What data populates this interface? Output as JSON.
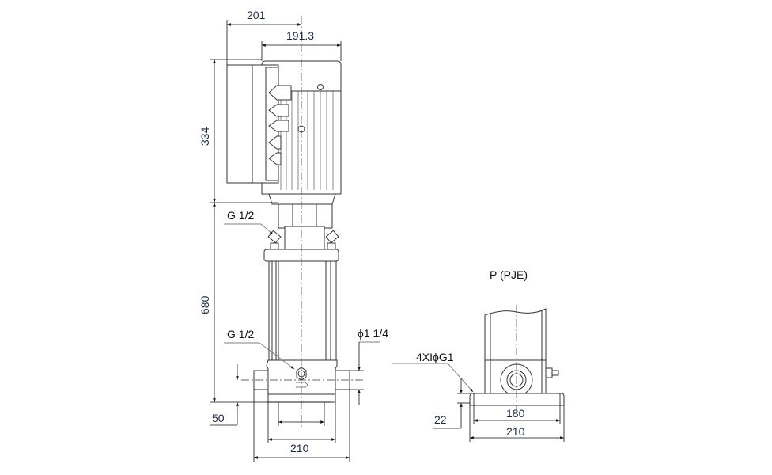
{
  "drawing": {
    "dimensions": {
      "terminal_box_width": "201",
      "motor_width": "191.3",
      "motor_height": "334",
      "pump_height": "680",
      "port_height": "50",
      "base_width": "210",
      "right_base_width": "210",
      "right_bolt_spacing": "180",
      "right_base_height": "22"
    },
    "labels": {
      "vent_plug_top": "G 1/2",
      "drain_plug": "G 1/2",
      "port_diameter": "ϕ1 1/4",
      "side_view_title": "P (PJE)",
      "bolt_holes": "4XIϕG1"
    }
  }
}
